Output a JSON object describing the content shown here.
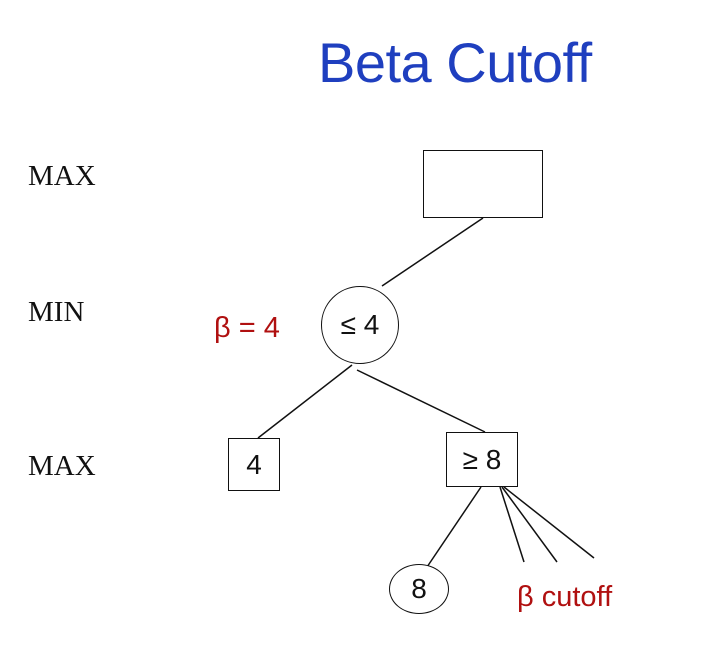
{
  "title": "Beta Cutoff",
  "levels": [
    "MAX",
    "MIN",
    "MAX"
  ],
  "beta_label": "β = 4",
  "cutoff_label": "β cutoff",
  "nodes": {
    "root": "",
    "min": "≤ 4",
    "left_max": "4",
    "right_max": "≥ 8",
    "leaf": "8"
  },
  "colors": {
    "title": "#1f3fbf",
    "annotation": "#b01010"
  }
}
